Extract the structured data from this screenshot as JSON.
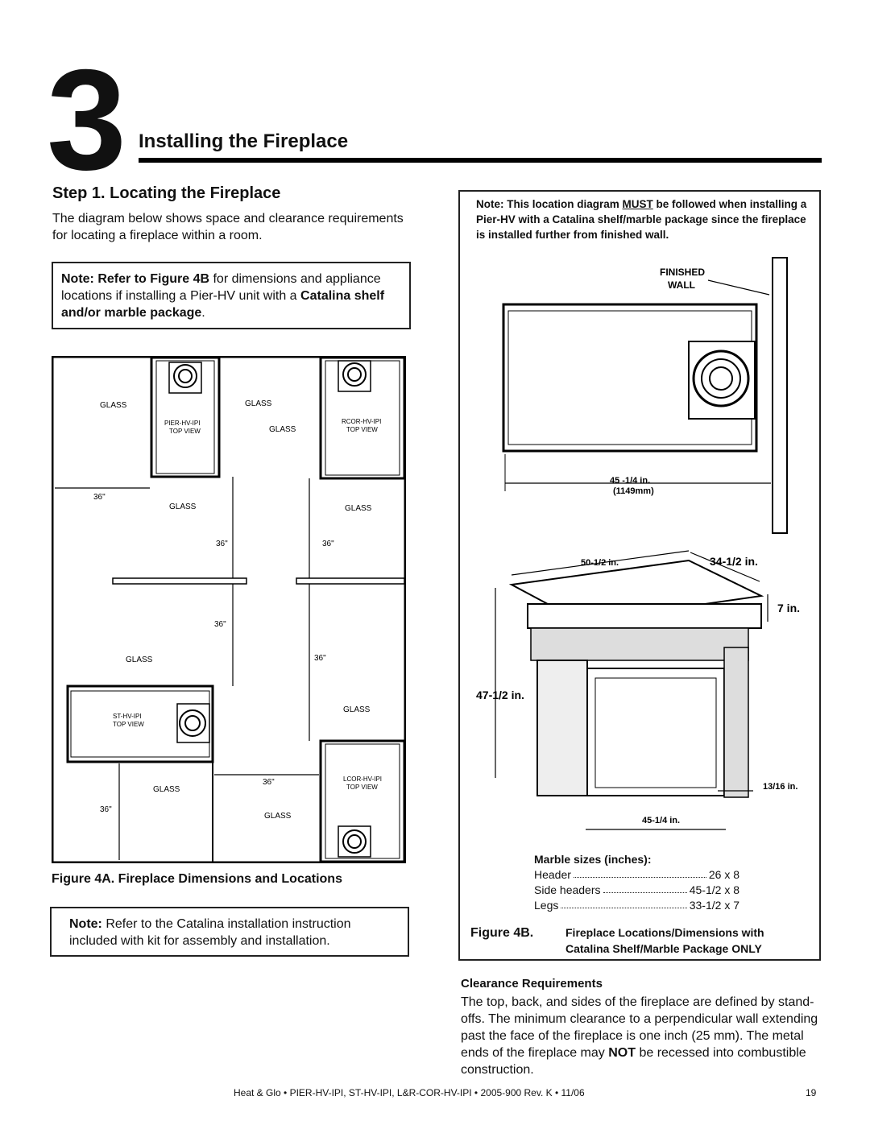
{
  "chapter": {
    "number": "3",
    "title": "Installing the Fireplace"
  },
  "step": {
    "title": "Step 1.  Locating the Fireplace",
    "intro": "The diagram below shows space and clearance requirements for locating a fireplace within a room."
  },
  "note1": {
    "label": "Note:",
    "ref": "Refer to Figure 4B",
    "text1": "for dimensions and appliance locations if installing a Pier-HV unit with a",
    "bold": "Catalina shelf and/or marble package",
    "end": "."
  },
  "fig4a": {
    "caption": "Figure 4A.   Fireplace Dimensions and Locations",
    "labels": {
      "glass": "GLASS",
      "clear36": "36\"",
      "pier": "PIER-HV-IPI",
      "rcor": "RCOR-HV-IPI",
      "st": "ST-HV-IPI",
      "lcor": "LCOR-HV-IPI",
      "topview": "TOP VIEW"
    }
  },
  "note2": {
    "label": "Note:",
    "text": "Refer to the Catalina installation instruction included with kit for assembly and installation."
  },
  "fig4b": {
    "note_pre": "Note: This location diagram ",
    "note_must": "MUST",
    "note_post": " be followed when installing a Pier-HV with a Catalina shelf/marble package since the fireplace is installed further from finished wall.",
    "finished": "FINISHED",
    "wall": "WALL",
    "dim_depth": "45 -1/4 in.",
    "dim_depth_mm": "(1149mm)",
    "dim_shelf_w": "50-1/2 in.",
    "dim_shelf_d": "34-1/2 in.",
    "dim_header": "7 in.",
    "dim_height": "47-1/2 in.",
    "dim_side": "13/16 in.",
    "dim_front": "45-1/4 in.",
    "marble_title": "Marble sizes (inches):",
    "marble": [
      {
        "name": "Header",
        "size": "26 x 8"
      },
      {
        "name": "Side  headers",
        "size": "45-1/2 x 8"
      },
      {
        "name": "Legs",
        "size": "33-1/2 x 7"
      }
    ],
    "label": "Figure 4B.",
    "caption1": "Fireplace Locations/Dimensions with",
    "caption2": "Catalina Shelf/Marble Package ONLY"
  },
  "clearance": {
    "title": "Clearance Requirements",
    "p1": "The top, back, and sides of the fireplace are defined by stand-offs. The minimum clearance to a perpendicular wall extending past the face of the fireplace is one inch (25 mm). The metal ends of the fireplace may ",
    "not": "NOT",
    "p2": " be recessed into combustible construction."
  },
  "footer": {
    "text": "Heat & Glo  •  PIER-HV-IPI, ST-HV-IPI, L&R-COR-HV-IPI  •  2005-900  Rev. K  •  11/06",
    "page": "19"
  }
}
